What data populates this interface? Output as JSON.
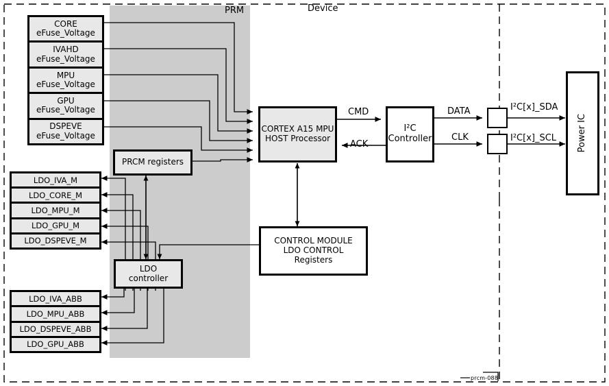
{
  "diagram": {
    "title": "Device",
    "prm_label": "PRM",
    "watermark": "prcm-088"
  },
  "efuse": {
    "cells": [
      {
        "line1": "CORE",
        "line2": "eFuse_Voltage"
      },
      {
        "line1": "IVAHD",
        "line2": "eFuse_Voltage"
      },
      {
        "line1": "MPU",
        "line2": "eFuse_Voltage"
      },
      {
        "line1": "GPU",
        "line2": "eFuse_Voltage"
      },
      {
        "line1": "DSPEVE",
        "line2": "eFuse_Voltage"
      }
    ]
  },
  "ldo_m": {
    "cells": [
      {
        "label": "LDO_IVA_M"
      },
      {
        "label": "LDO_CORE_M"
      },
      {
        "label": "LDO_MPU_M"
      },
      {
        "label": "LDO_GPU_M"
      },
      {
        "label": "LDO_DSPEVE_M"
      }
    ]
  },
  "ldo_abb": {
    "cells": [
      {
        "label": "LDO_IVA_ABB"
      },
      {
        "label": "LDO_MPU_ABB"
      },
      {
        "label": "LDO_DSPEVE_ABB"
      },
      {
        "label": "LDO_GPU_ABB"
      }
    ]
  },
  "blocks": {
    "prcm_registers": {
      "label": "PRCM registers"
    },
    "ldo_controller": {
      "line1": "LDO",
      "line2": "controller"
    },
    "cortex": {
      "line1": "CORTEX A15 MPU",
      "line2": "HOST Processor"
    },
    "control_module": {
      "line1": "CONTROL MODULE",
      "line2": "LDO CONTROL",
      "line3": "Registers"
    },
    "i2c_controller": {
      "line1": "I²C",
      "line2": "Controller"
    },
    "power_ic": {
      "label": "Power IC"
    }
  },
  "signals": {
    "cmd": "CMD",
    "ack": "ACK",
    "data": "DATA",
    "clk": "CLK",
    "sda": "I²C[x]_SDA",
    "scl": "I²C[x]_SCL"
  },
  "colors": {
    "prm_fill": "#cccccc",
    "box_fill": "#e8e8e8",
    "stroke": "#000000",
    "background": "#ffffff"
  }
}
